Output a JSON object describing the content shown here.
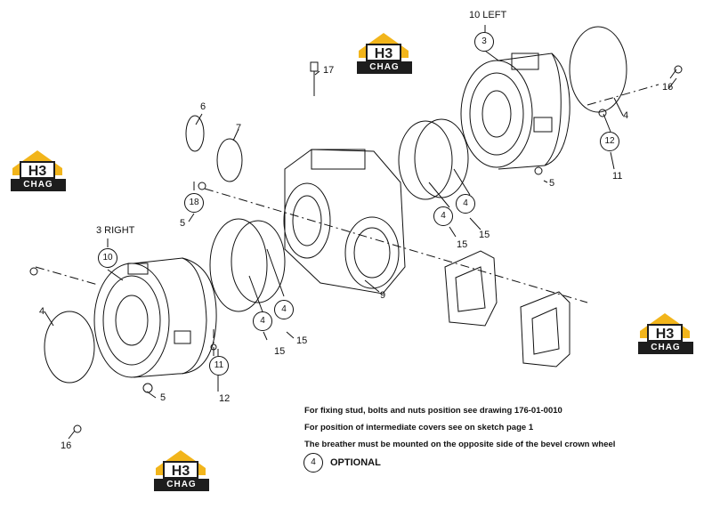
{
  "parts": [
    {
      "id": "p1",
      "text": "10  LEFT"
    },
    {
      "id": "p2",
      "text": "3"
    },
    {
      "id": "p3",
      "text": "17"
    },
    {
      "id": "p4",
      "text": "16"
    },
    {
      "id": "p5",
      "text": "4"
    },
    {
      "id": "p6",
      "text": "12"
    },
    {
      "id": "p7",
      "text": "11"
    },
    {
      "id": "p8",
      "text": "5"
    },
    {
      "id": "p9",
      "text": "6"
    },
    {
      "id": "p10",
      "text": "7"
    },
    {
      "id": "p11",
      "text": "18"
    },
    {
      "id": "p12",
      "text": "5"
    },
    {
      "id": "p13",
      "text": "3  RIGHT"
    },
    {
      "id": "p14",
      "text": "10"
    },
    {
      "id": "p15",
      "text": "4"
    },
    {
      "id": "p16",
      "text": "15"
    },
    {
      "id": "p17",
      "text": "4"
    },
    {
      "id": "p18",
      "text": "15"
    },
    {
      "id": "p19",
      "text": "4"
    },
    {
      "id": "p20",
      "text": "15"
    },
    {
      "id": "p21",
      "text": "4"
    },
    {
      "id": "p22",
      "text": "15"
    },
    {
      "id": "p23",
      "text": "9"
    },
    {
      "id": "p24",
      "text": "11"
    },
    {
      "id": "p25",
      "text": "12"
    },
    {
      "id": "p26",
      "text": "4"
    },
    {
      "id": "p27",
      "text": "5"
    },
    {
      "id": "p28",
      "text": "16"
    }
  ],
  "notes": {
    "line1": "For fixing stud, bolts and nuts position see drawing 176-01-0010",
    "line2": "For position of intermediate covers see on sketch page 1",
    "line3": "The breather must be mounted on the opposite side of the bevel crown wheel",
    "optional_symbol": "4",
    "optional_label": "OPTIONAL"
  },
  "logo": {
    "mark": "H3",
    "word": "CHAG",
    "accent_color": "#f2b51b"
  }
}
